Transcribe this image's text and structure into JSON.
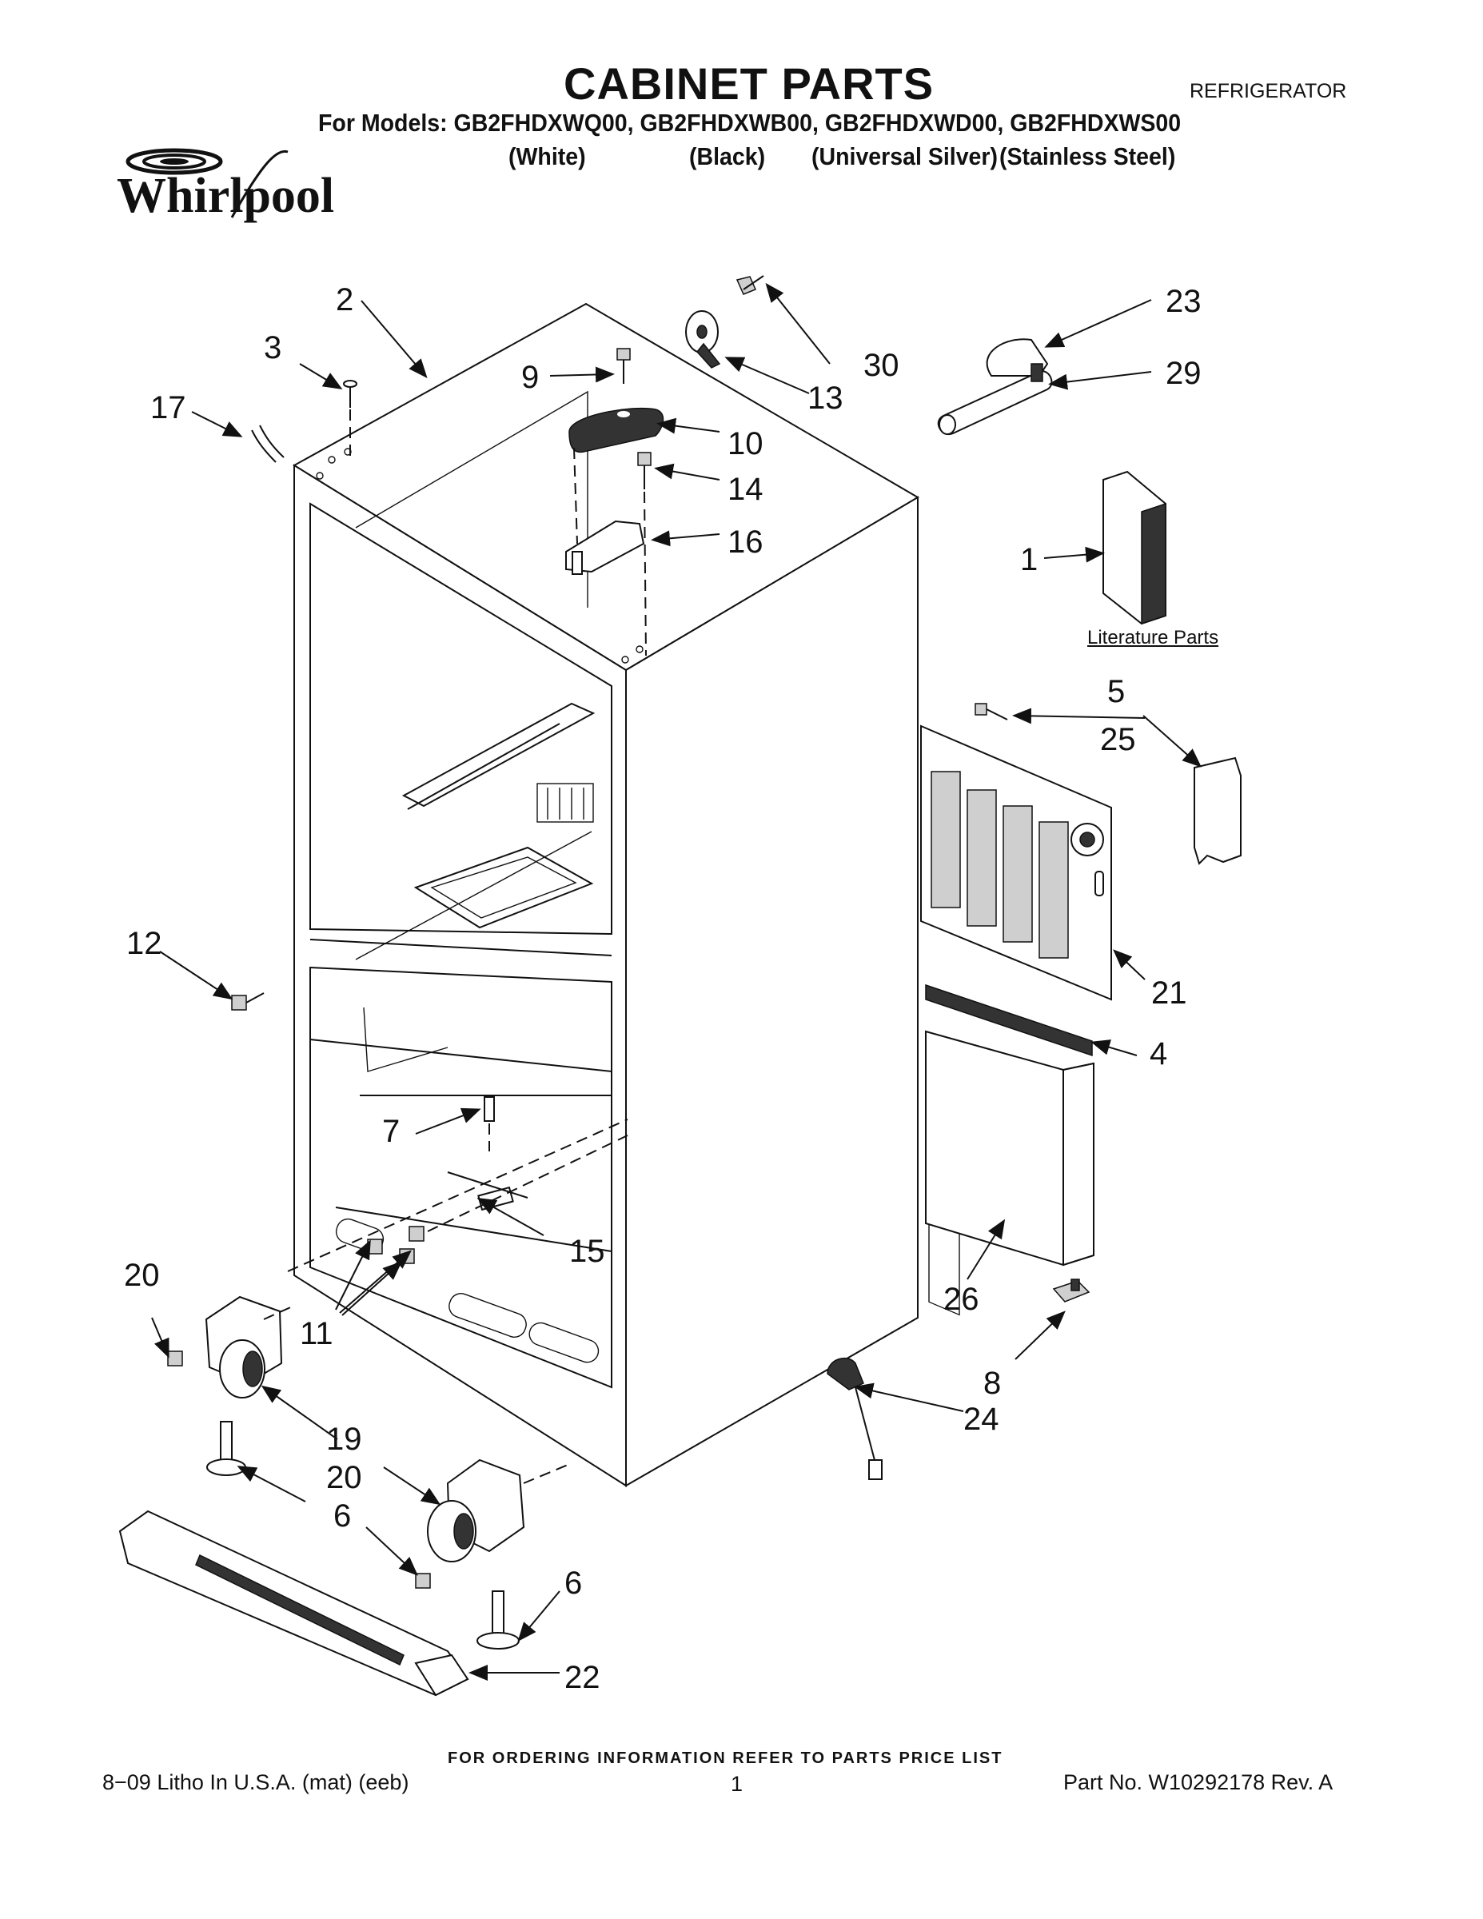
{
  "header": {
    "title": "CABINET PARTS",
    "appliance": "REFRIGERATOR",
    "models_line": "For Models: GB2FHDXWQ00, GB2FHDXWB00, GB2FHDXWD00, GB2FHDXWS00",
    "colors": [
      "(White)",
      "(Black)",
      "(Universal Silver)",
      "(Stainless Steel)"
    ],
    "brand": "Whirlpool"
  },
  "literature_label": "Literature Parts",
  "callouts": {
    "c1": "1",
    "c2": "2",
    "c3": "3",
    "c4": "4",
    "c5": "5",
    "c6a": "6",
    "c6b": "6",
    "c7": "7",
    "c8": "8",
    "c9": "9",
    "c10": "10",
    "c11": "11",
    "c12": "12",
    "c13": "13",
    "c14": "14",
    "c15": "15",
    "c16": "16",
    "c17": "17",
    "c19": "19",
    "c20a": "20",
    "c20b": "20",
    "c21": "21",
    "c22": "22",
    "c23": "23",
    "c24": "24",
    "c25": "25",
    "c26": "26",
    "c29": "29",
    "c30": "30"
  },
  "footer": {
    "ordering": "FOR ORDERING INFORMATION REFER TO PARTS PRICE LIST",
    "left": "8−09 Litho In U.S.A. (mat) (eeb)",
    "page": "1",
    "part_no": "Part No. W10292178 Rev. A"
  }
}
